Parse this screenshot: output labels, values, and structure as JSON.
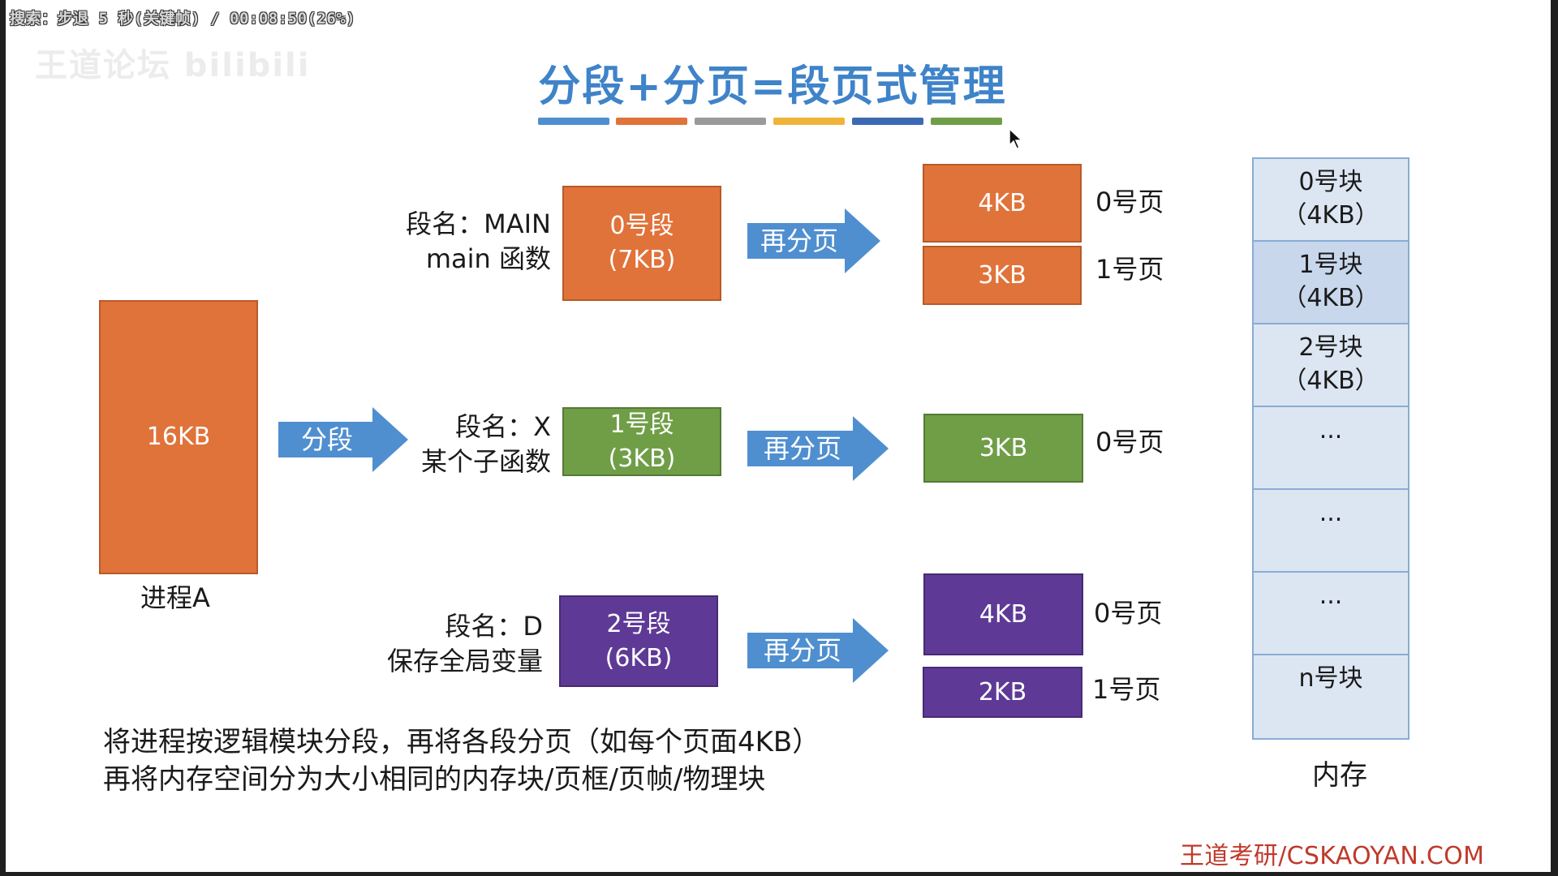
{
  "player": {
    "status": "搜索：步退 5 秒(关键帧) / 00:08:50(26%)"
  },
  "watermark": {
    "text": "王道论坛 bilibili"
  },
  "title": "分段+分页=段页式管理",
  "colors": {
    "title": "#3f83c9",
    "orange": "#e0733a",
    "green": "#6f9e47",
    "purple": "#5e3a96",
    "arrow": "#4f8fd0",
    "memory_fill": "#dce6f2",
    "memory_border": "#89acd4",
    "brand": "#c0392b",
    "strips": [
      "#4f8fd0",
      "#e0733a",
      "#9a9a9a",
      "#f0b43a",
      "#3d69b3",
      "#6f9e47"
    ]
  },
  "process": {
    "size": "16KB",
    "label": "进程A"
  },
  "segment_arrow": {
    "label": "分段"
  },
  "segments": [
    {
      "name_line1": "段名：MAIN",
      "name_line2": "main 函数",
      "box_line1": "0号段",
      "box_line2": "(7KB)",
      "arrow_label": "再分页",
      "pages": [
        {
          "size": "4KB",
          "label": "0号页"
        },
        {
          "size": "3KB",
          "label": "1号页"
        }
      ]
    },
    {
      "name_line1": "段名：X",
      "name_line2": "某个子函数",
      "box_line1": "1号段",
      "box_line2": "(3KB)",
      "arrow_label": "再分页",
      "pages": [
        {
          "size": "3KB",
          "label": "0号页"
        }
      ]
    },
    {
      "name_line1": "段名：D",
      "name_line2": "保存全局变量",
      "box_line1": "2号段",
      "box_line2": "(6KB)",
      "arrow_label": "再分页",
      "pages": [
        {
          "size": "4KB",
          "label": "0号页"
        },
        {
          "size": "2KB",
          "label": "1号页"
        }
      ]
    }
  ],
  "memory": {
    "label": "内存",
    "cells": [
      {
        "line1": "0号块",
        "line2": "（4KB）"
      },
      {
        "line1": "1号块",
        "line2": "（4KB）"
      },
      {
        "line1": "2号块",
        "line2": "（4KB）"
      },
      {
        "line1": "...",
        "line2": ""
      },
      {
        "line1": "...",
        "line2": ""
      },
      {
        "line1": "...",
        "line2": ""
      },
      {
        "line1": "n号块",
        "line2": ""
      }
    ]
  },
  "footer": {
    "line1": "将进程按逻辑模块分段，再将各段分页（如每个页面4KB）",
    "line2": "再将内存空间分为大小相同的内存块/页框/页帧/物理块"
  },
  "brand": "王道考研/CSKAOYAN.COM"
}
